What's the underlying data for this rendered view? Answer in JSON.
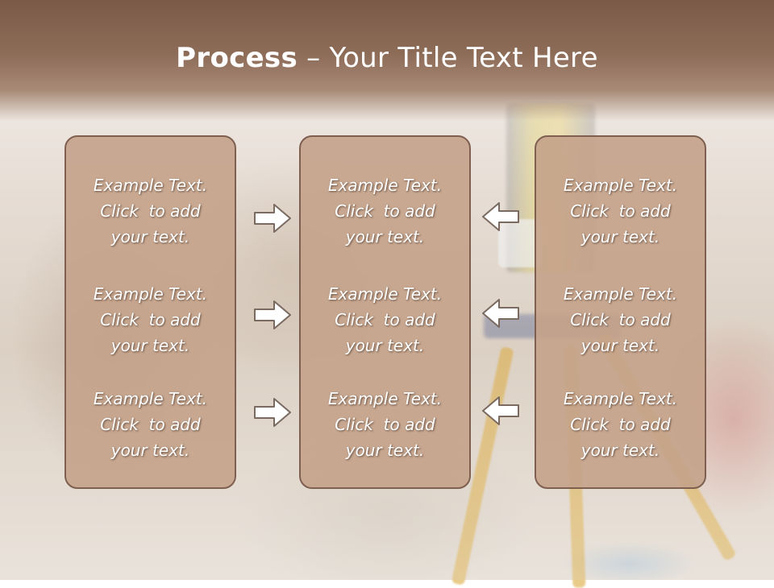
{
  "slide": {
    "title_bold": "Process",
    "title_rest": " – Your Title Text Here"
  },
  "panels": [
    {
      "items": [
        {
          "lines": [
            "Example Text.",
            "Click  to add",
            "your text."
          ]
        },
        {
          "lines": [
            "Example Text.",
            "Click  to add",
            "your text."
          ]
        },
        {
          "lines": [
            "Example Text.",
            "Click  to add",
            "your text."
          ]
        }
      ]
    },
    {
      "items": [
        {
          "lines": [
            "Example Text.",
            "Click  to add",
            "your text."
          ]
        },
        {
          "lines": [
            "Example Text.",
            "Click  to add",
            "your text."
          ]
        },
        {
          "lines": [
            "Example Text.",
            "Click  to add",
            "your text."
          ]
        }
      ]
    },
    {
      "items": [
        {
          "lines": [
            "Example Text.",
            "Click  to add",
            "your text."
          ]
        },
        {
          "lines": [
            "Example Text.",
            "Click  to add",
            "your text."
          ]
        },
        {
          "lines": [
            "Example Text.",
            "Click  to add",
            "your text."
          ]
        }
      ]
    }
  ],
  "arrows": {
    "left_group": [
      "arrow-right-icon",
      "arrow-right-icon",
      "arrow-right-icon"
    ],
    "right_group": [
      "arrow-left-icon",
      "arrow-left-icon",
      "arrow-left-icon"
    ]
  },
  "colors": {
    "header": "#7b5a48",
    "panel_fill": "#c4a28a",
    "panel_border": "#7e5f50",
    "arrow_fill": "#ffffff",
    "arrow_stroke": "#7a6a60"
  }
}
